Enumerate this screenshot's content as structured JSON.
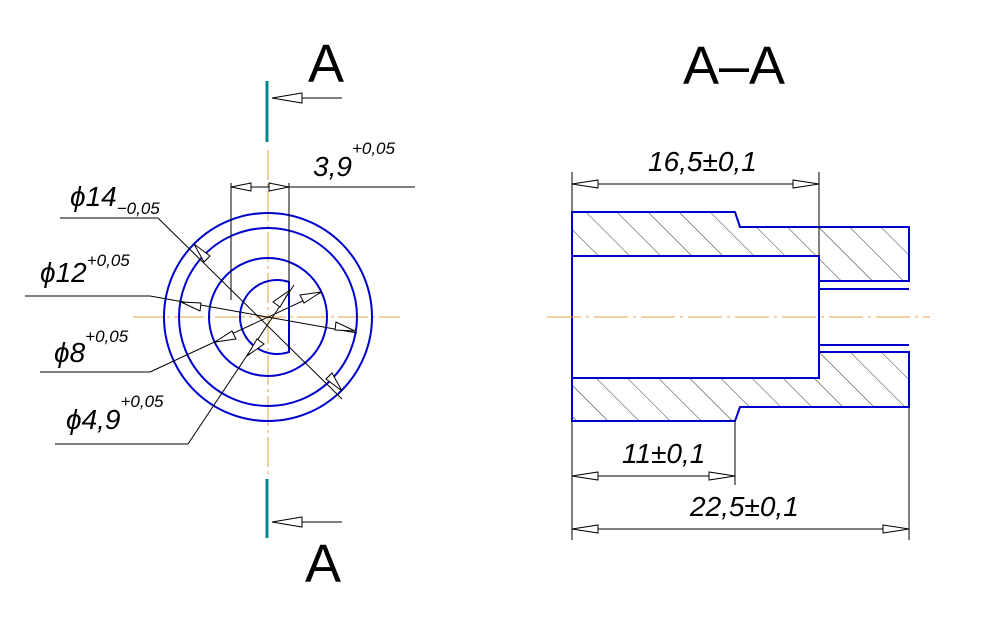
{
  "colors": {
    "part": "#0000cc",
    "centerline": "#e0a040",
    "section_mark": "#008b8b",
    "dimension": "#000000"
  },
  "section_letters": {
    "top": "A",
    "bottom": "A"
  },
  "section_title": "A–A",
  "front_view": {
    "dims": {
      "d14": {
        "main": "ϕ14",
        "tol": "−0,05"
      },
      "d12": {
        "main": "ϕ12",
        "tol": "+0,05"
      },
      "d8": {
        "main": "ϕ8",
        "tol": "+0,05"
      },
      "d49": {
        "main": "ϕ4,9",
        "tol": "+0,05"
      },
      "flat": {
        "main": "3,9",
        "tol": "+0,05"
      }
    }
  },
  "section_view": {
    "dims": {
      "len165": "16,5±0,1",
      "len11": "11±0,1",
      "len225": "22,5±0,1"
    }
  }
}
